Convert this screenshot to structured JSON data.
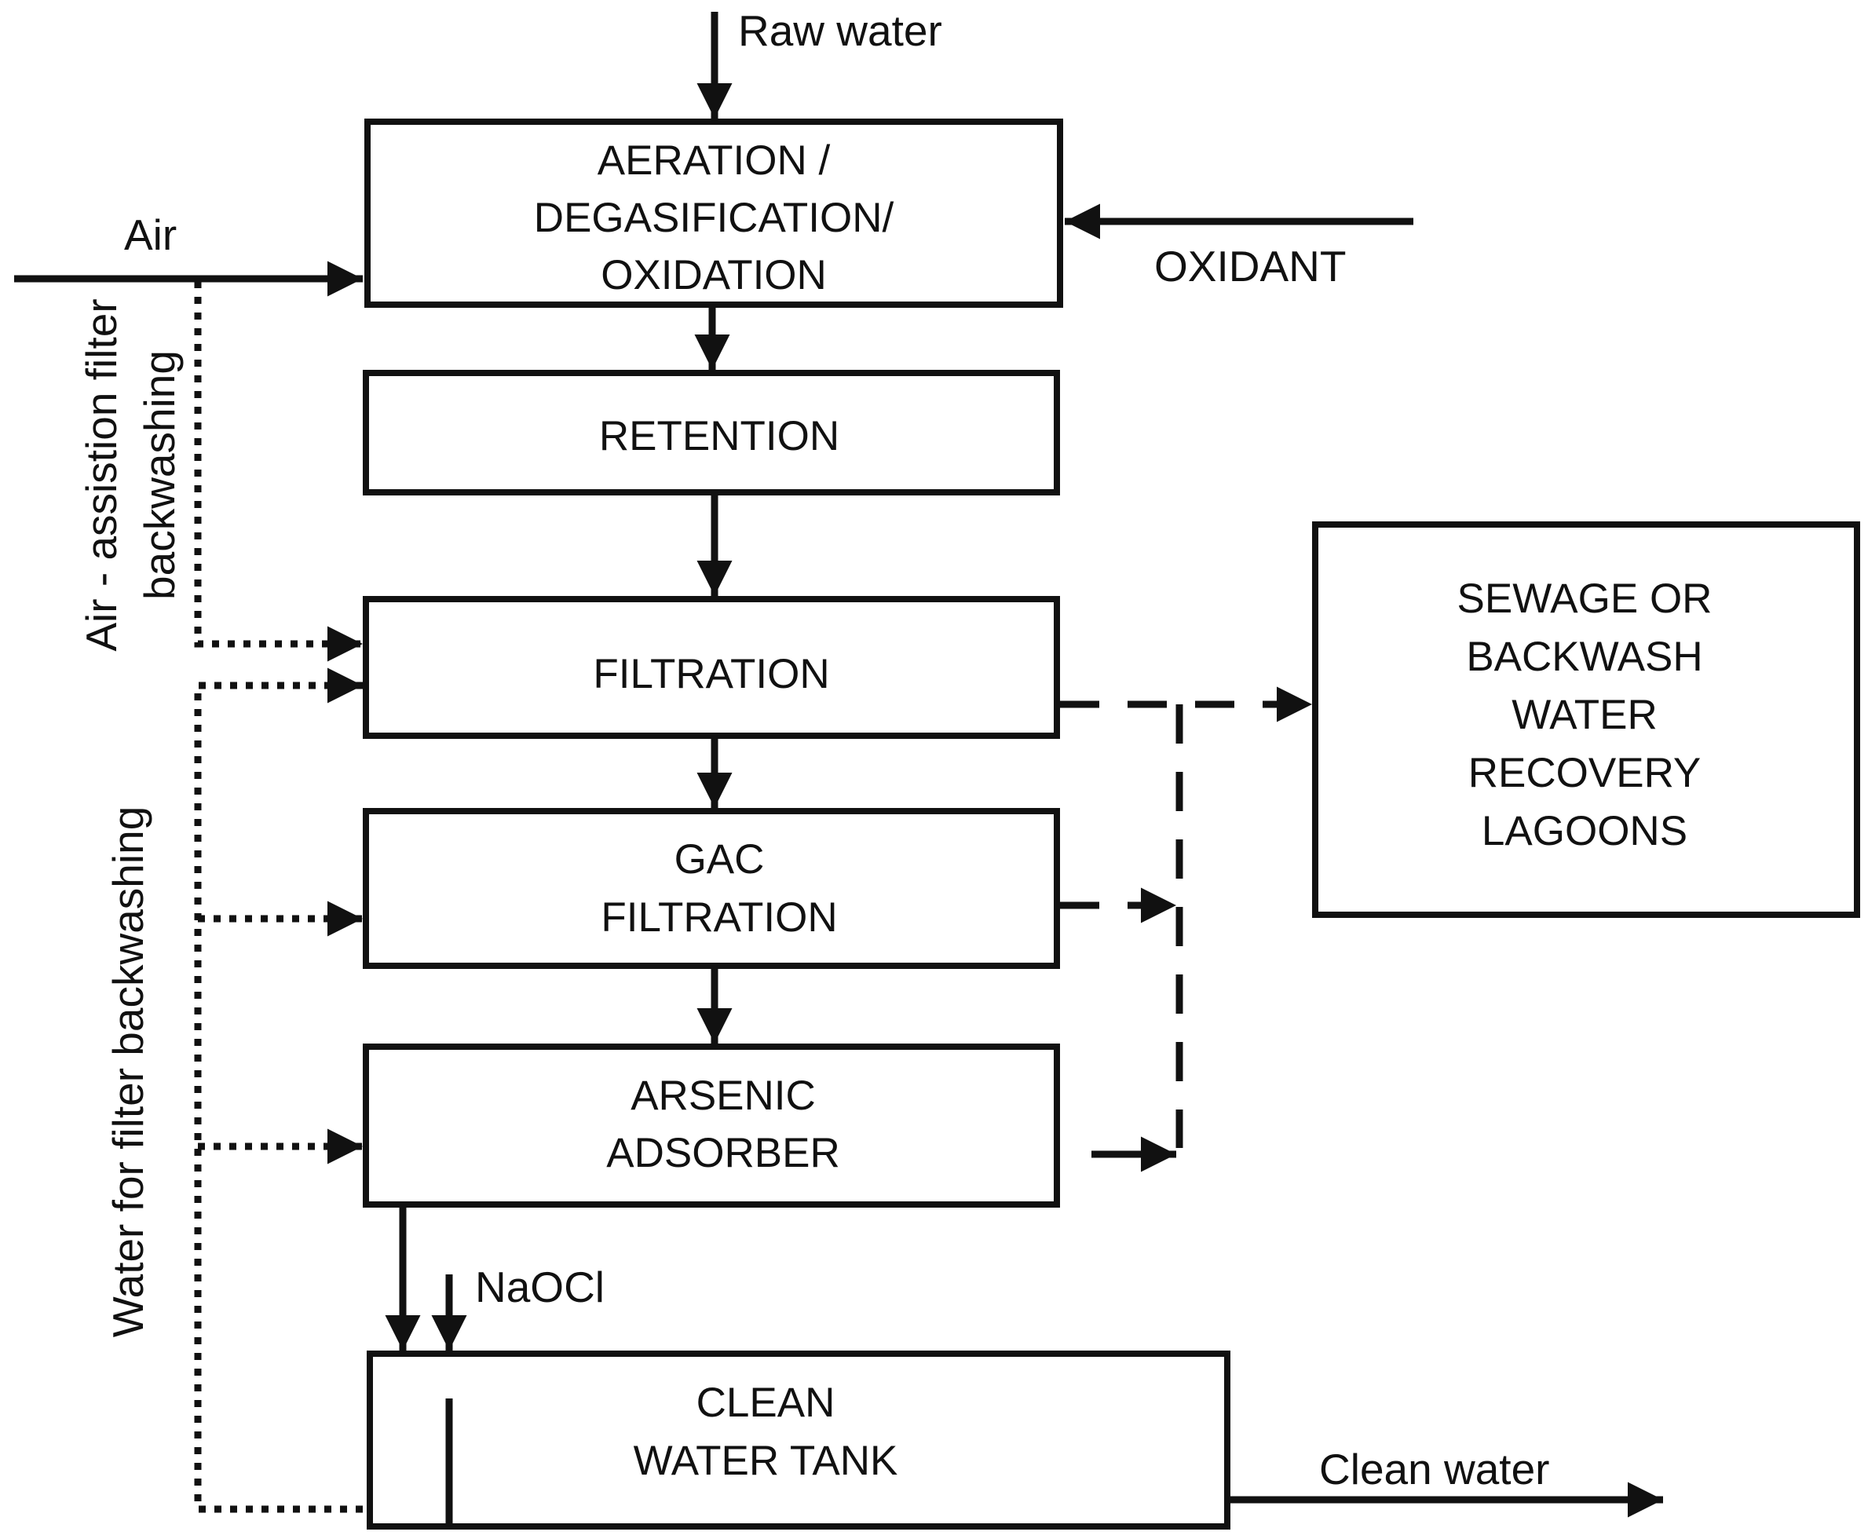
{
  "boxes": {
    "aeration": [
      "AERATION /",
      "DEGASIFICATION/",
      "OXIDATION"
    ],
    "retention": [
      "RETENTION"
    ],
    "filtration": [
      "FILTRATION"
    ],
    "gac": [
      "GAC",
      "FILTRATION"
    ],
    "arsenic": [
      "ARSENIC",
      "ADSORBER"
    ],
    "clean_tank": [
      "CLEAN",
      "WATER TANK"
    ],
    "sewage": [
      "SEWAGE OR",
      "BACKWASH",
      "WATER",
      "RECOVERY",
      "LAGOONS"
    ]
  },
  "labels": {
    "raw_water": "Raw water",
    "air": "Air",
    "oxidant": "OXIDANT",
    "air_assist_line1": "Air - assistion filter",
    "air_assist_line2": "backwashing",
    "water_backwash": "Water for filter backwashing",
    "naocl": "NaOCl",
    "clean_water": "Clean water"
  }
}
